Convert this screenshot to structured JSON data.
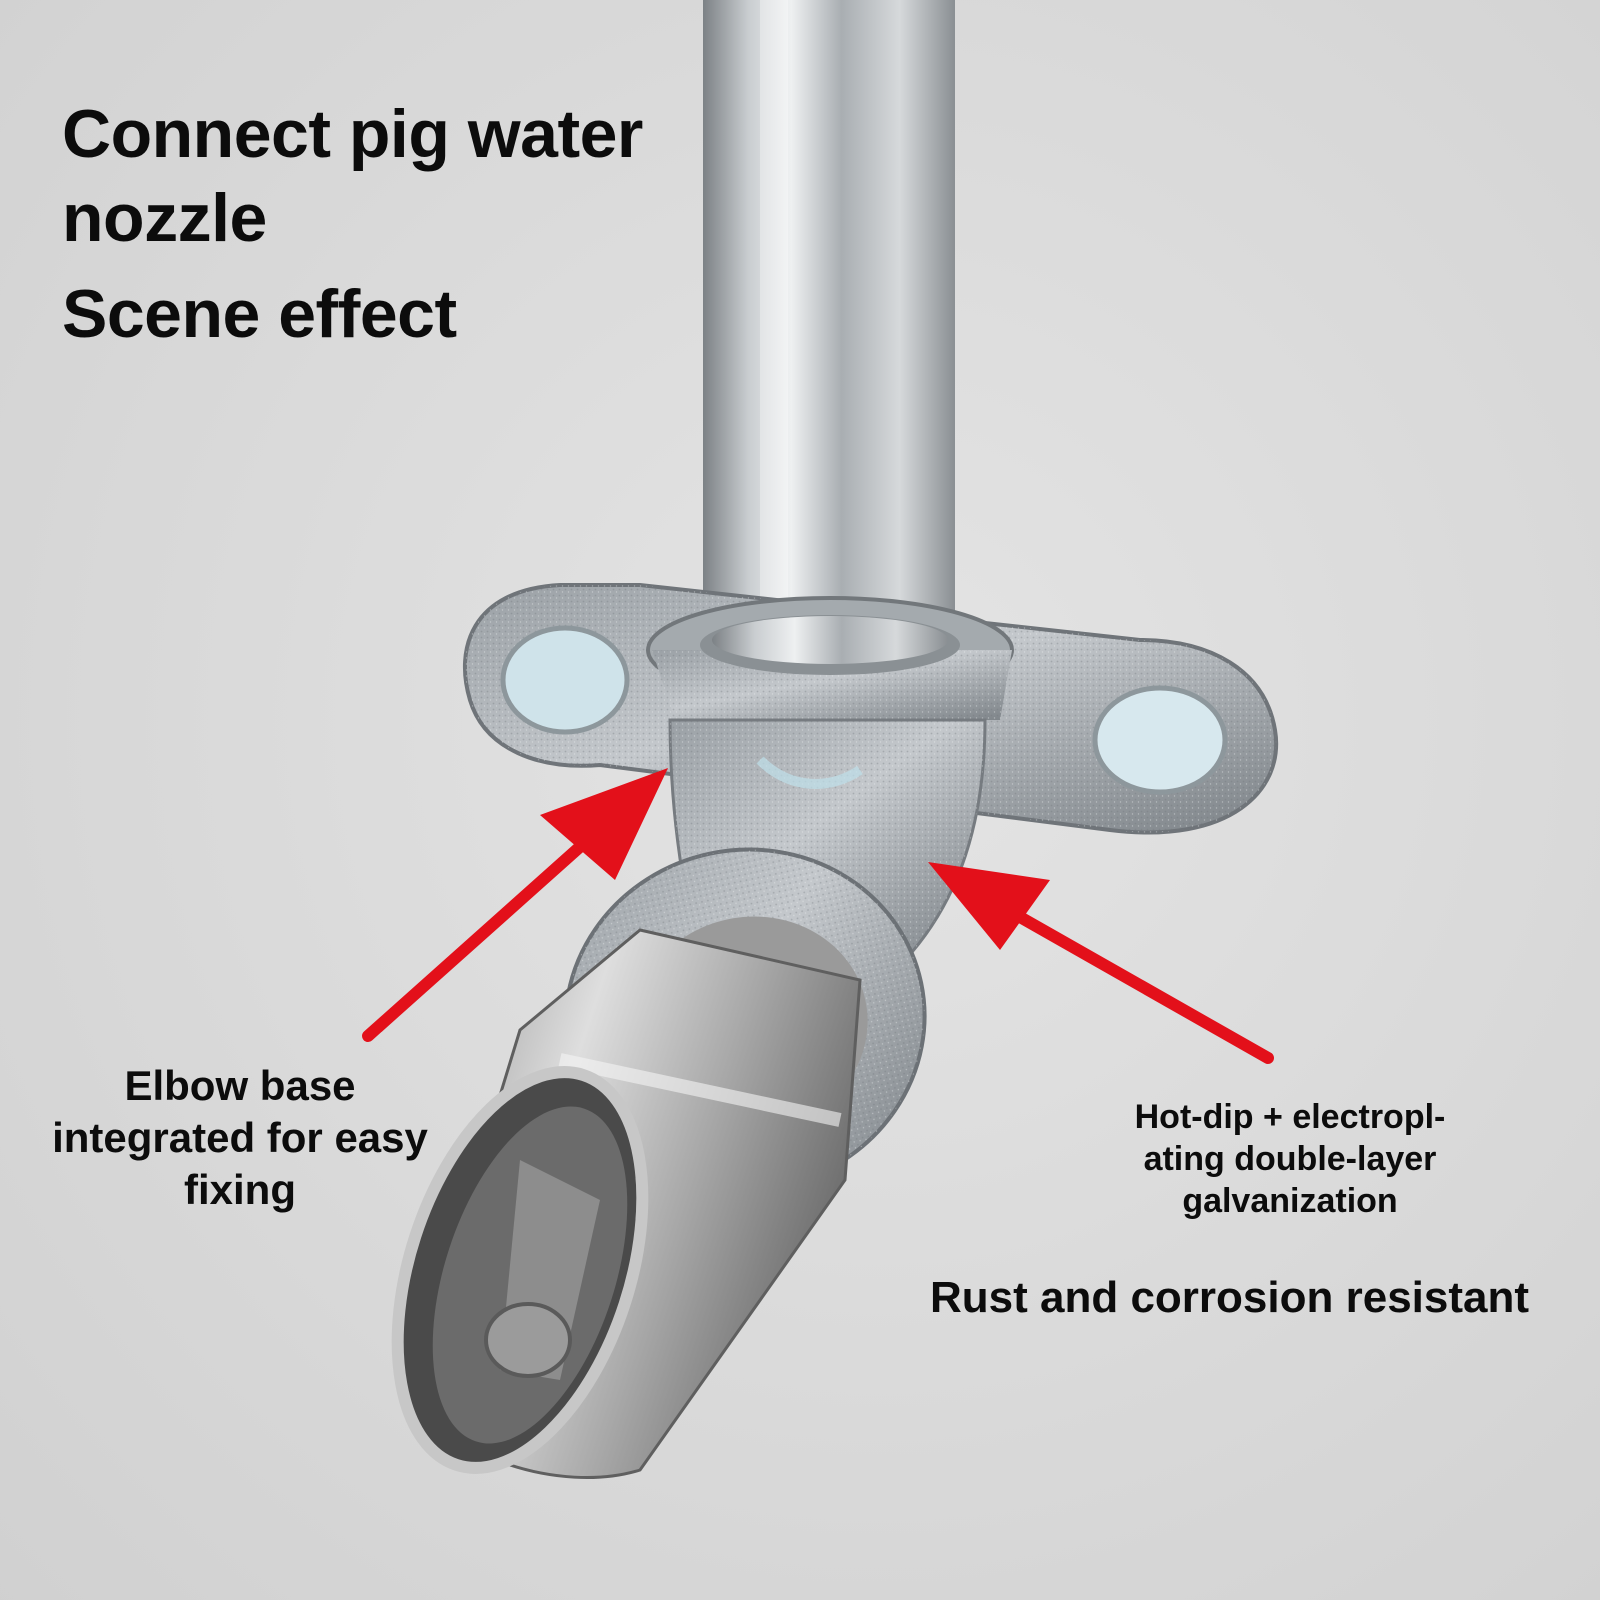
{
  "texts": {
    "title_line1": "Connect pig water nozzle",
    "title_line2": "Scene effect",
    "elbow_caption": "Elbow base integrated for easy fixing",
    "galvanization_caption": "Hot-dip + electropl-ating double-layer galvanization",
    "rust_caption": "Rust and corrosion resistant"
  },
  "colors": {
    "background": "#dcdcdc",
    "arrow": "#e3101a",
    "text": "#0c0c0c"
  },
  "subject": {
    "object": "galvanized-pipe-with-elbow-base-and-nozzle",
    "annotation_arrows": 2
  }
}
